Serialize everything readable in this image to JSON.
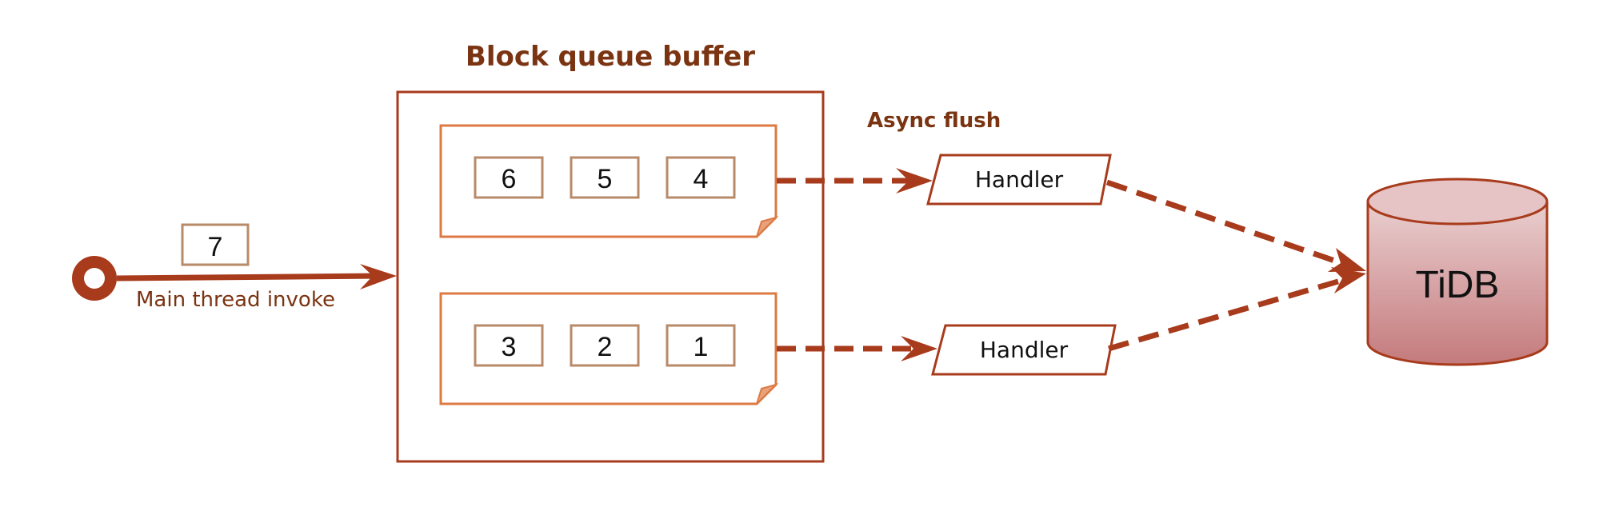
{
  "title": "Block queue buffer",
  "edge_labels": {
    "main_invoke": "Main thread invoke",
    "async_flush": "Async flush"
  },
  "incoming_block": "7",
  "queues": [
    {
      "blocks": [
        "6",
        "5",
        "4"
      ]
    },
    {
      "blocks": [
        "3",
        "2",
        "1"
      ]
    }
  ],
  "handlers": [
    {
      "label": "Handler"
    },
    {
      "label": "Handler"
    }
  ],
  "database": {
    "label": "TiDB"
  },
  "colors": {
    "title_text": "#7b3411",
    "edge": "#a83b1c",
    "buffer_border": "#a83b1c",
    "queue_border": "#dd7a44",
    "block_border": "#b88a68",
    "handler_border": "#a83b1c",
    "db_fill_top": "#ebc5c6",
    "db_fill_bottom": "#c3777a",
    "db_border": "#a83b1c",
    "start_node": "#a83b1c"
  }
}
